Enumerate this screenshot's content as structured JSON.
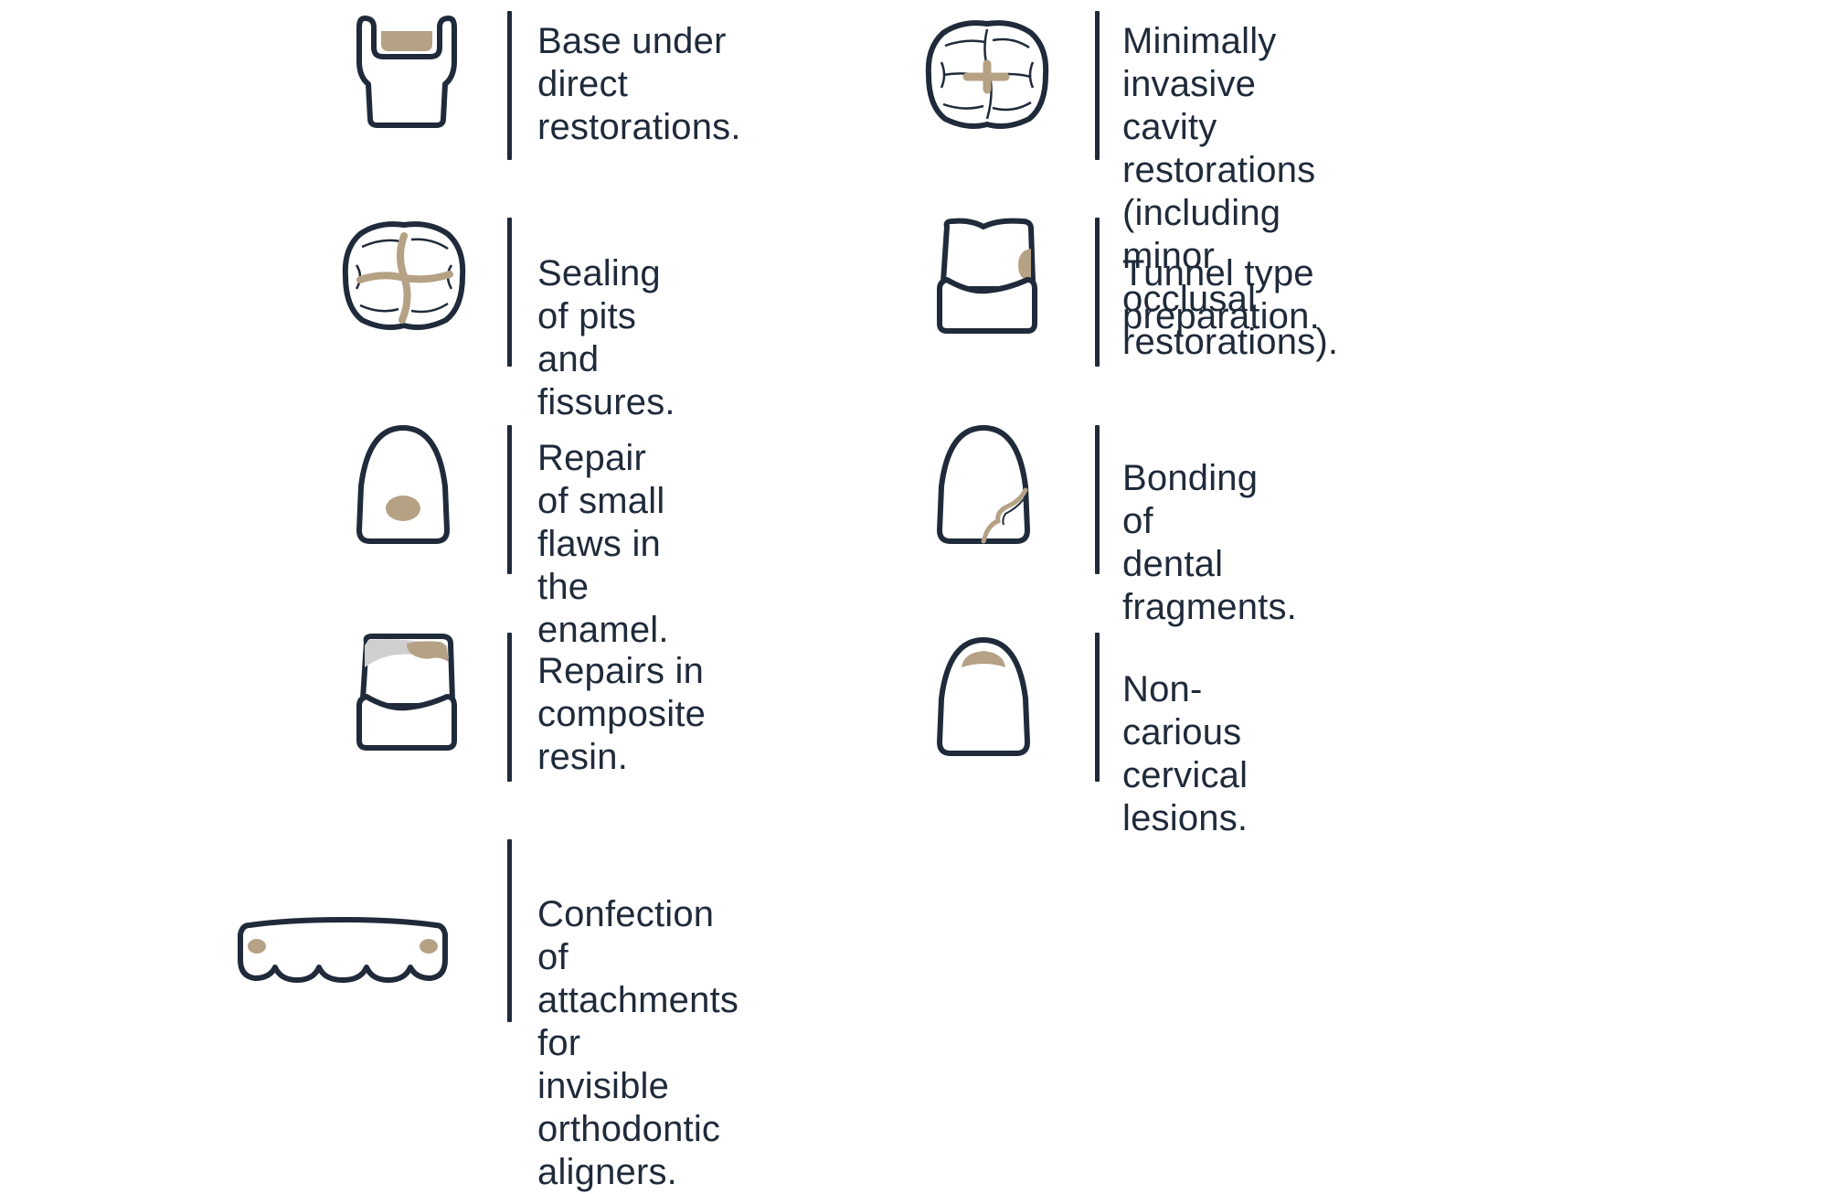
{
  "colors": {
    "outline": "#1f2a3a",
    "accent": "#b5a184",
    "grey": "#cfcfcf",
    "text": "#1f2a3a"
  },
  "items": [
    {
      "icon": "tooth-base-icon",
      "label": "Base under\ndirect\nrestorations."
    },
    {
      "icon": "molar-occlusal-icon",
      "label": "Minimally invasive cavity\nrestorations (including\nminor occlusal restorations)."
    },
    {
      "icon": "molar-fissures-icon",
      "label": "Sealing of pits\nand fissures."
    },
    {
      "icon": "tooth-tunnel-icon",
      "label": "Tunnel type\npreparation."
    },
    {
      "icon": "incisor-spot-icon",
      "label": "Repair of small\nflaws in the\nenamel."
    },
    {
      "icon": "incisor-fracture-icon",
      "label": "Bonding of\ndental fragments."
    },
    {
      "icon": "tooth-composite-icon",
      "label": "Repairs in\ncomposite\nresin."
    },
    {
      "icon": "incisor-cervical-icon",
      "label": "Non-carious\ncervical lesions."
    },
    {
      "icon": "dental-arch-icon",
      "label": "Confection of attachments for\ninvisible orthodontic aligners."
    }
  ]
}
